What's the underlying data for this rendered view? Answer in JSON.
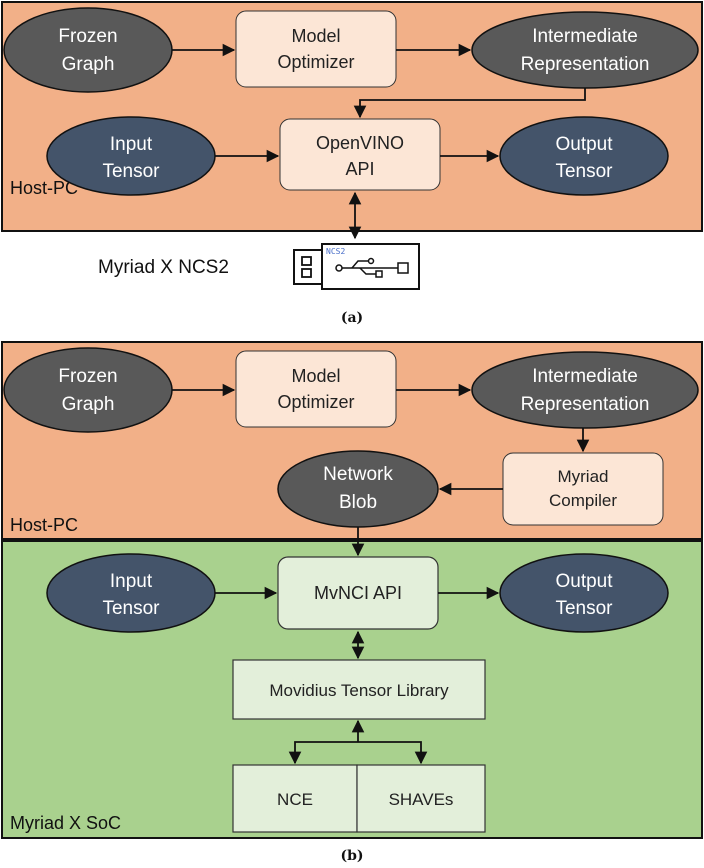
{
  "figure_a": {
    "caption": "(a)",
    "panel_label": "Host-PC",
    "frozen_graph": [
      "Frozen",
      "Graph"
    ],
    "model_optimizer": [
      "Model",
      "Optimizer"
    ],
    "intermediate_rep": [
      "Intermediate",
      "Representation"
    ],
    "input_tensor": [
      "Input",
      "Tensor"
    ],
    "openvino_api": [
      "OpenVINO",
      "API"
    ],
    "output_tensor": [
      "Output",
      "Tensor"
    ],
    "device_label": "Myriad X NCS2",
    "usb_stick_text": "NCS2"
  },
  "figure_b": {
    "caption": "(b)",
    "host_label": "Host-PC",
    "soc_label": "Myriad X SoC",
    "frozen_graph": [
      "Frozen",
      "Graph"
    ],
    "model_optimizer": [
      "Model",
      "Optimizer"
    ],
    "intermediate_rep": [
      "Intermediate",
      "Representation"
    ],
    "myriad_compiler": [
      "Myriad",
      "Compiler"
    ],
    "network_blob": [
      "Network",
      "Blob"
    ],
    "input_tensor": [
      "Input",
      "Tensor"
    ],
    "mvnci_api": "MvNCI API",
    "output_tensor": [
      "Output",
      "Tensor"
    ],
    "tensor_library": "Movidius Tensor Library",
    "nce": "NCE",
    "shaves": "SHAVEs"
  },
  "colors": {
    "host_panel": "#f2b088",
    "soc_panel": "#a9d18e",
    "dark_ellipse": "#595959",
    "navy_ellipse": "#44546a",
    "light_box": "#fce6d6",
    "green_box": "#e3efda"
  }
}
